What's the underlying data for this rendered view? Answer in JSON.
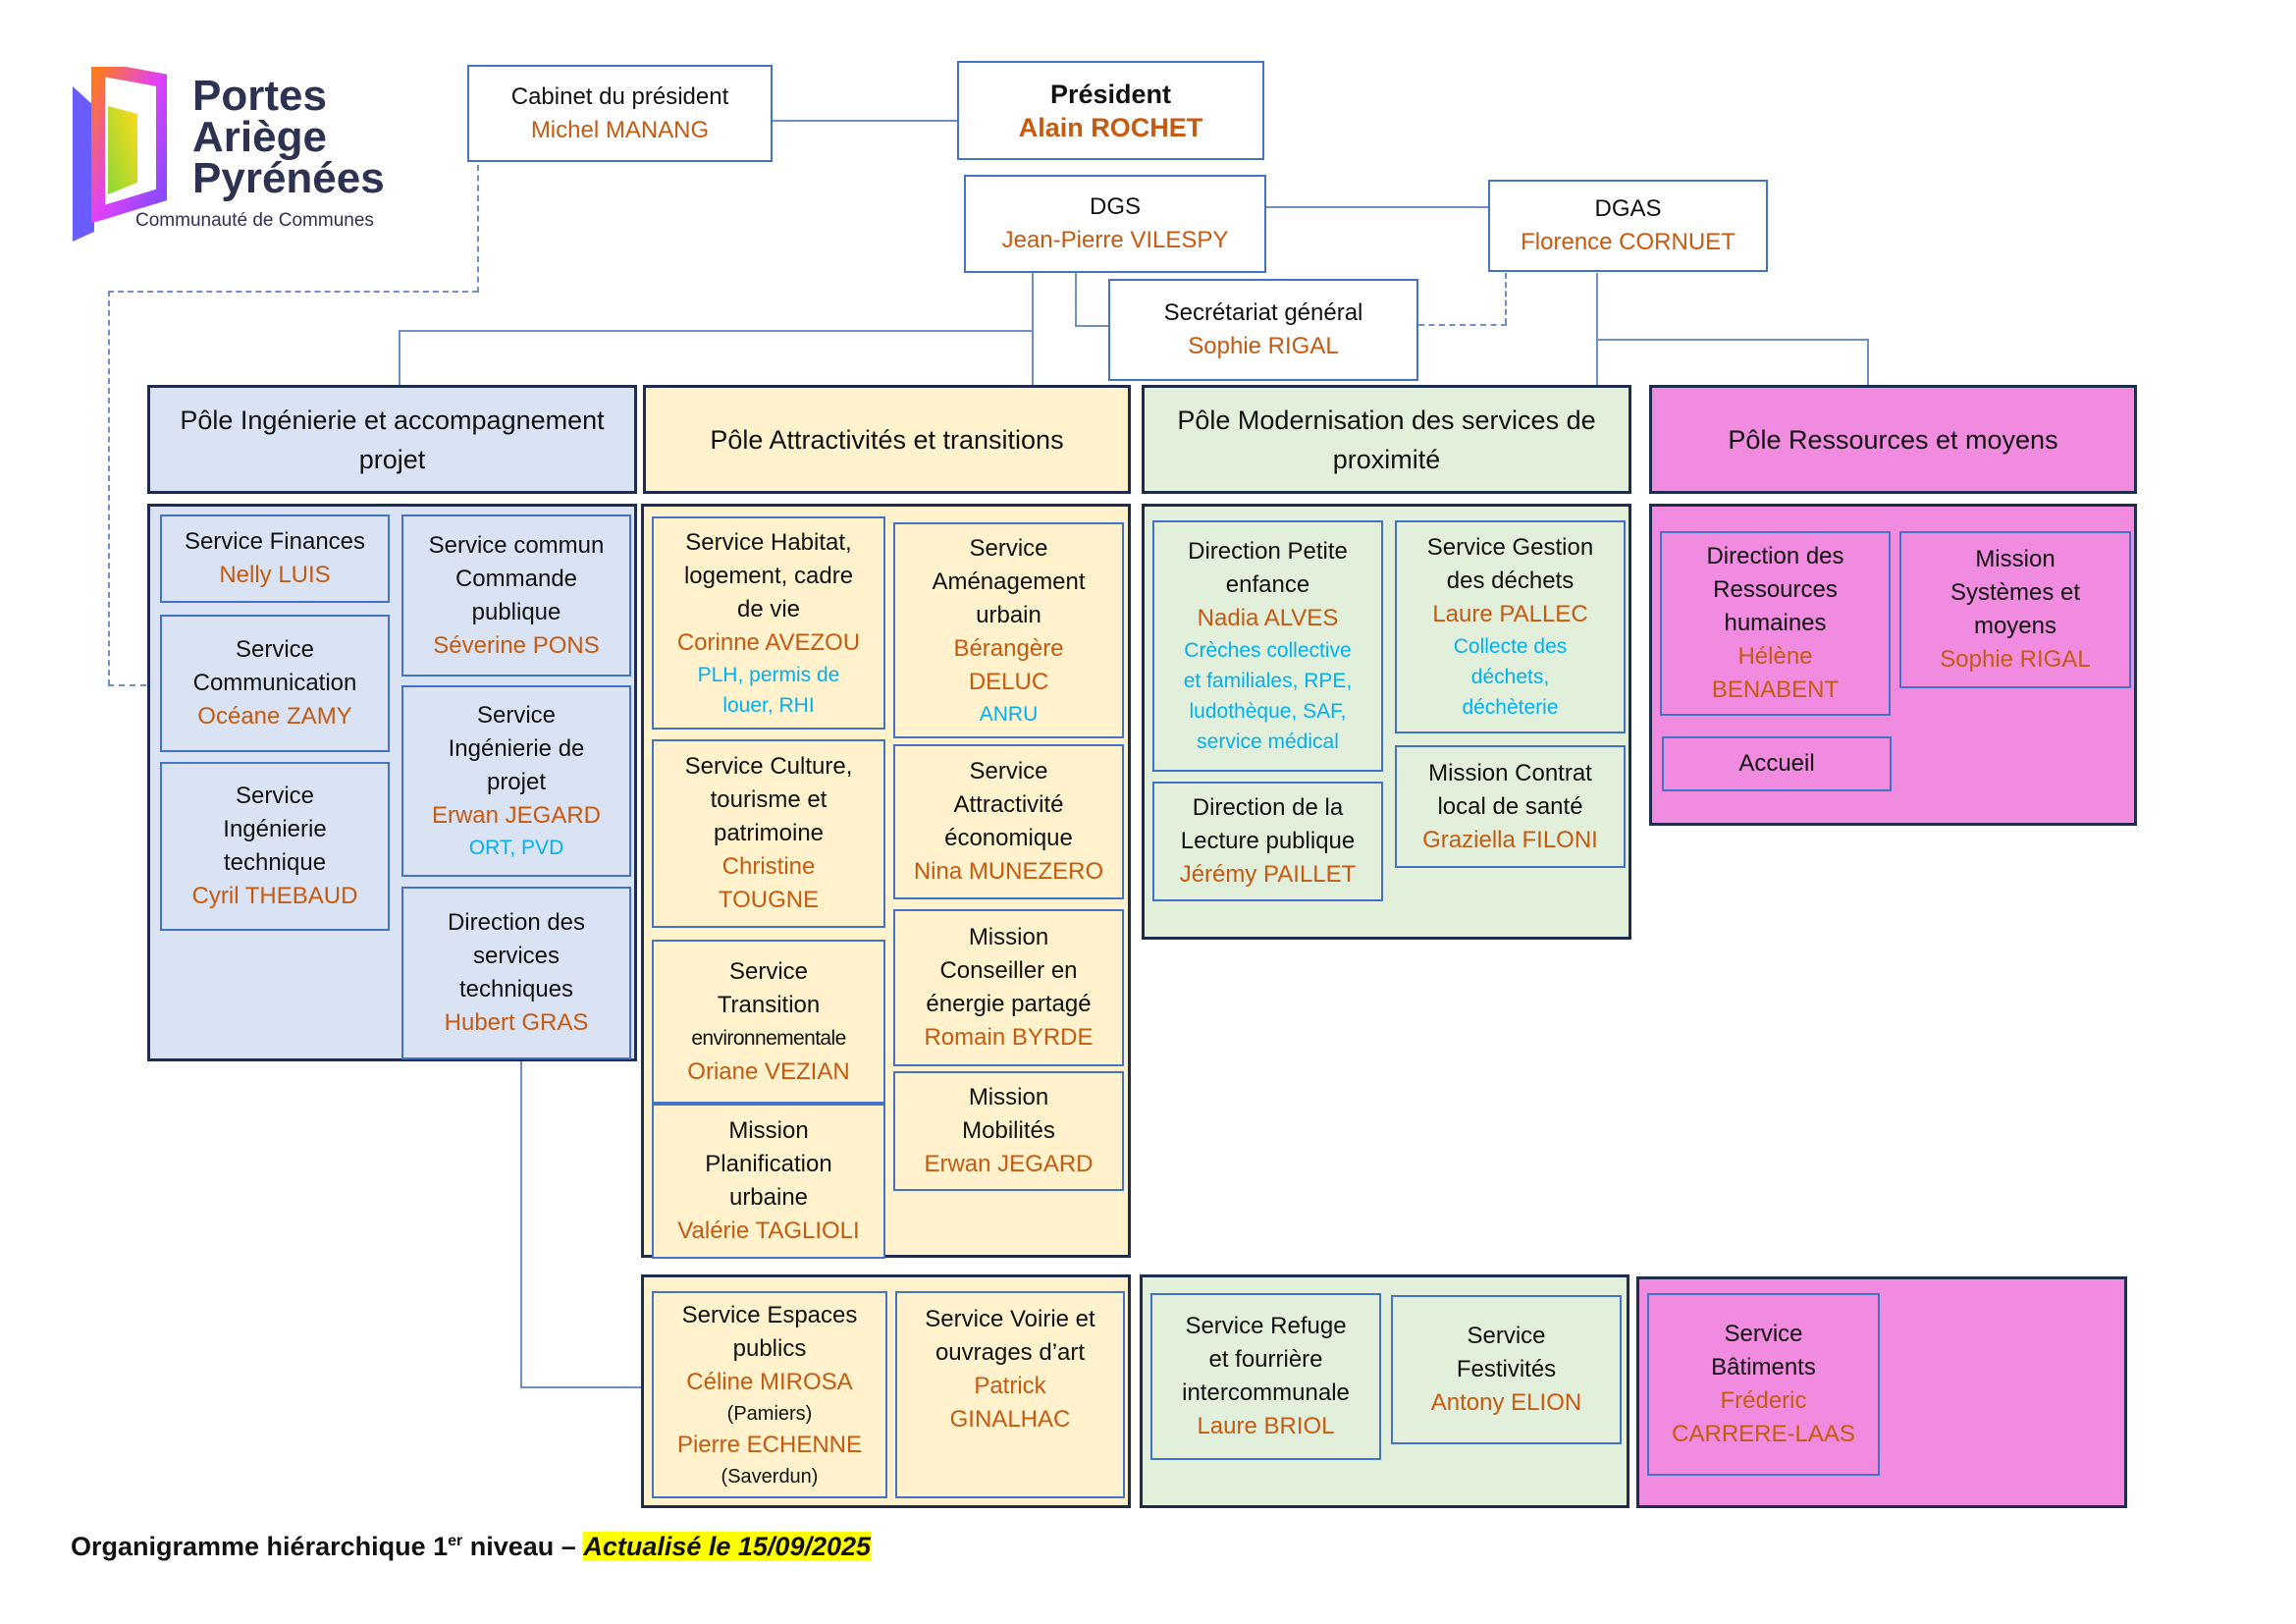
{
  "logo": {
    "line1": "Portes",
    "line2": "Ariège",
    "line3": "Pyrénées",
    "subtitle": "Communauté de Communes"
  },
  "top": {
    "cabinet": {
      "title": "Cabinet du président",
      "name": "Michel MANANG"
    },
    "president": {
      "title": "Président",
      "name": "Alain ROCHET"
    },
    "dgs": {
      "title": "DGS",
      "name": "Jean-Pierre VILESPY"
    },
    "dgas": {
      "title": "DGAS",
      "name": "Florence CORNUET"
    },
    "secretariat": {
      "title": "Secrétariat général",
      "name": "Sophie RIGAL"
    }
  },
  "poles": {
    "ingenierie": {
      "title": "Pôle Ingénierie et accompagnement projet",
      "finances": {
        "l1": "Service Finances",
        "name": "Nelly LUIS"
      },
      "commande": {
        "l1": "Service commun",
        "l2": "Commande",
        "l3": "publique",
        "name": "Séverine PONS"
      },
      "communication": {
        "l1": "Service",
        "l2": "Communication",
        "name": "Océane ZAMY"
      },
      "ingprojet": {
        "l1": "Service",
        "l2": "Ingénierie de",
        "l3": "projet",
        "name": "Erwan JEGARD",
        "note": "ORT, PVD"
      },
      "ingtech": {
        "l1": "Service",
        "l2": "Ingénierie",
        "l3": "technique",
        "name": "Cyril THEBAUD"
      },
      "servtech": {
        "l1": "Direction des",
        "l2": "services",
        "l3": "techniques",
        "name": "Hubert GRAS"
      }
    },
    "attractivites": {
      "title": "Pôle Attractivités et transitions",
      "habitat": {
        "l1": "Service Habitat,",
        "l2": "logement, cadre",
        "l3": "de vie",
        "name": "Corinne AVEZOU",
        "note1": "PLH, permis de",
        "note2": "louer, RHI"
      },
      "amenagement": {
        "l1": "Service",
        "l2": "Aménagement",
        "l3": "urbain",
        "name1": "Bérangère",
        "name2": "DELUC",
        "note": "ANRU"
      },
      "culture": {
        "l1": "Service Culture,",
        "l2": "tourisme et",
        "l3": "patrimoine",
        "name1": "Christine",
        "name2": "TOUGNE"
      },
      "attractivite": {
        "l1": "Service",
        "l2": "Attractivité",
        "l3": "économique",
        "name": "Nina MUNEZERO"
      },
      "transition": {
        "l1": "Service",
        "l2": "Transition",
        "l3": "environnementale",
        "name": "Oriane VEZIAN"
      },
      "conseiller": {
        "l1": "Mission",
        "l2": "Conseiller en",
        "l3": "énergie partagé",
        "name": "Romain BYRDE"
      },
      "planification": {
        "l1": "Mission",
        "l2": "Planification",
        "l3": "urbaine",
        "name": "Valérie TAGLIOLI"
      },
      "mobilites": {
        "l1": "Mission",
        "l2": "Mobilités",
        "name": "Erwan JEGARD"
      },
      "espaces": {
        "l1": "Service Espaces",
        "l2": "publics",
        "name1": "Céline MIROSA",
        "loc1": "(Pamiers)",
        "name2": "Pierre ECHENNE",
        "loc2": "(Saverdun)"
      },
      "voirie": {
        "l1": "Service Voirie et",
        "l2": "ouvrages d’art",
        "name1": "Patrick",
        "name2": "GINALHAC"
      }
    },
    "modernisation": {
      "title": "Pôle Modernisation des services de proximité",
      "petiteenfance": {
        "l1": "Direction Petite",
        "l2": "enfance",
        "name": "Nadia ALVES",
        "note1": "Crèches collective",
        "note2": "et familiales, RPE,",
        "note3": "ludothèque, SAF,",
        "note4": "service médical"
      },
      "dechets": {
        "l1": "Service Gestion",
        "l2": "des déchets",
        "name": "Laure PALLEC",
        "note1": "Collecte des",
        "note2": "déchets,",
        "note3": "déchèterie"
      },
      "lecture": {
        "l1": "Direction de la",
        "l2": "Lecture publique",
        "name": "Jérémy PAILLET"
      },
      "sante": {
        "l1": "Mission Contrat",
        "l2": "local de santé",
        "name": "Graziella FILONI"
      },
      "refuge": {
        "l1": "Service Refuge",
        "l2": "et fourrière",
        "l3": "intercommunale",
        "name": "Laure BRIOL"
      },
      "festivites": {
        "l1": "Service",
        "l2": "Festivités",
        "name": "Antony ELION"
      }
    },
    "ressources": {
      "title": "Pôle Ressources et moyens",
      "rh": {
        "l1": "Direction des",
        "l2": "Ressources",
        "l3": "humaines",
        "name1": "Hélène",
        "name2": "BENABENT"
      },
      "systemes": {
        "l1": "Mission",
        "l2": "Systèmes et",
        "l3": "moyens",
        "name": "Sophie RIGAL"
      },
      "accueil": {
        "l1": "Accueil"
      },
      "batiments": {
        "l1": "Service",
        "l2": "Bâtiments",
        "name1": "Fréderic",
        "name2": "CARRERE-LAAS"
      }
    }
  },
  "footer": {
    "text1": "Organigramme hiérarchique 1",
    "sup": "er",
    "text2": " niveau – ",
    "highlight": "Actualisé le 15/09/2025"
  },
  "colors": {
    "box_border": "#4472c4",
    "pole_border": "#1f2c4d",
    "name_text": "#c55a11",
    "note_text": "#00b0f0",
    "pole_blue": "#dae3f3",
    "pole_yellow": "#fff2cc",
    "pole_green": "#e2efda",
    "pole_pink": "#f18be0"
  }
}
